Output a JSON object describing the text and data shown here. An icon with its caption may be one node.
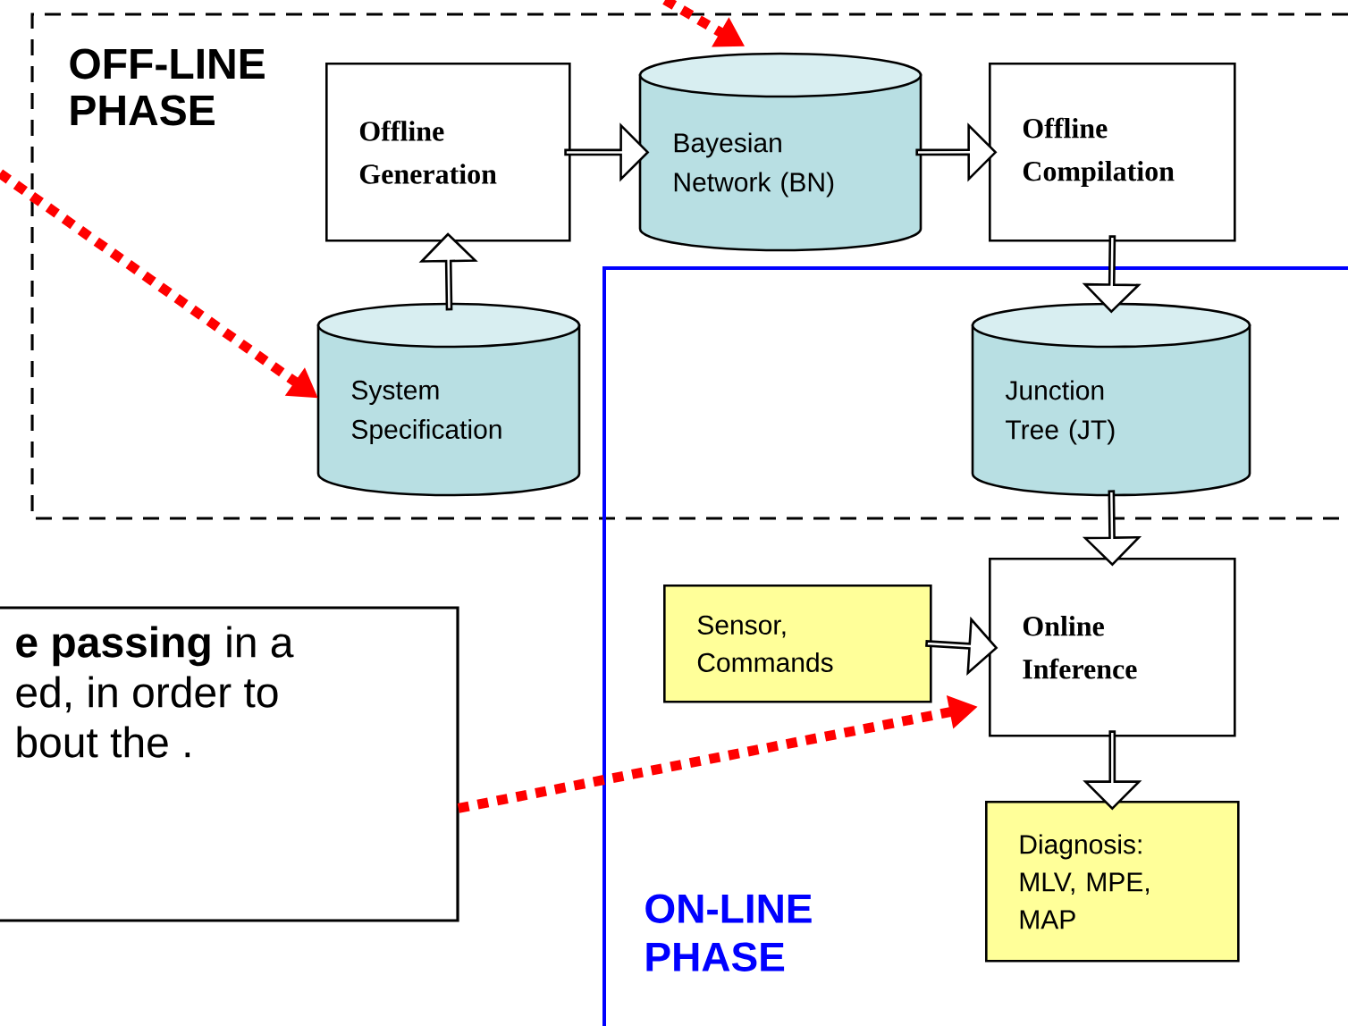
{
  "diagram": {
    "nodes": [
      {
        "text": [
          "OFF-LINE PHASE"
        ]
      },
      {
        "text": [
          "Offline Generation"
        ],
        "in": 0
      },
      {
        "text": [
          "Bayesian Network (BN)"
        ],
        "in": 0
      },
      {
        "text": [
          "Offline Compilation"
        ],
        "in": 0
      },
      {
        "text": [
          "System Specification"
        ],
        "in": 0
      },
      {
        "text": [
          "Junction Tree (JT)"
        ]
      },
      {
        "text": [
          "ON-LINE PHASE"
        ]
      },
      {
        "text": [
          "Sensor, Commands"
        ],
        "in": 6
      },
      {
        "text": [
          "Online Inference"
        ],
        "in": 6
      },
      {
        "text": [
          "Diagnosis: MLV, MPE, MAP"
        ],
        "in": 6
      },
      {
        "text": [
          "**e passing** in a ed, in order to bout the ."
        ]
      }
    ],
    "edges": [
      {
        "from": 1,
        "to": 2,
        "arrow": "to"
      },
      {
        "from": 2,
        "to": 3,
        "arrow": "to"
      },
      {
        "from": 4,
        "to": 1,
        "arrow": "to"
      },
      {
        "from": 3,
        "to": 5,
        "arrow": "to"
      },
      {
        "from": 5,
        "to": 8,
        "arrow": "to"
      },
      {
        "from": 7,
        "to": 8,
        "arrow": "to"
      },
      {
        "from": 8,
        "to": 9,
        "arrow": "to"
      },
      {
        "from": null,
        "to": 2,
        "arrow": "to",
        "style": "dashed",
        "color": "#ff0000"
      },
      {
        "from": null,
        "to": 4,
        "arrow": "to",
        "style": "dashed",
        "color": "#ff0000"
      },
      {
        "from": 10,
        "to": 8,
        "arrow": "to",
        "style": "dashed",
        "color": "#ff0000"
      }
    ]
  }
}
